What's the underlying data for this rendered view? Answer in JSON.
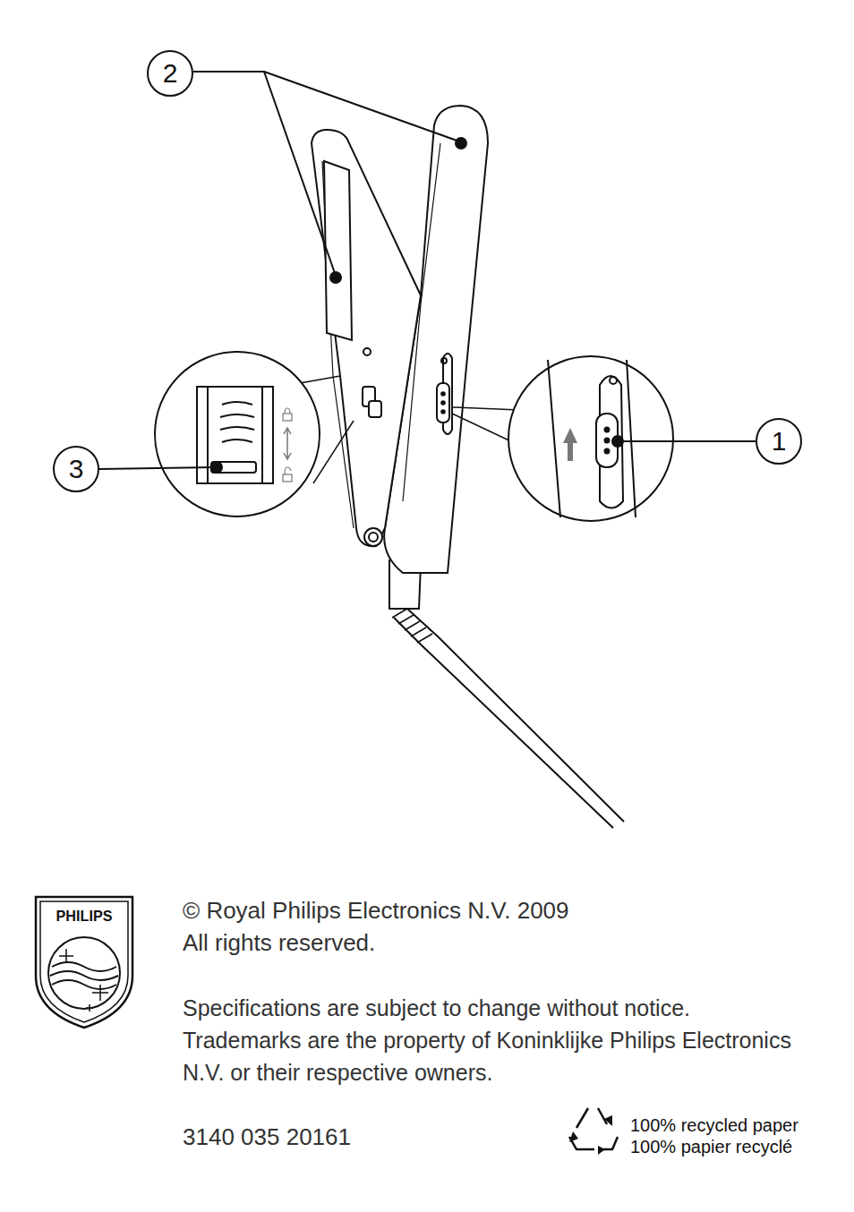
{
  "diagram": {
    "nodes": [
      {
        "text": [
          "2"
        ]
      },
      {
        "text": [
          "3"
        ]
      },
      {
        "text": [
          "1"
        ]
      },
      {
        "text": [
          "PHILIPS"
        ]
      }
    ],
    "labels": [
      "© Royal Philips Electronics N.V. 2009",
      "All rights reserved.",
      "Specifications are subject to change without notice. Trademarks are the property of Koninklijke Philips Electronics N.V. or their respective owners.",
      "3140 035 20161",
      "100% recycled paper",
      "100% papier recyclé"
    ]
  }
}
